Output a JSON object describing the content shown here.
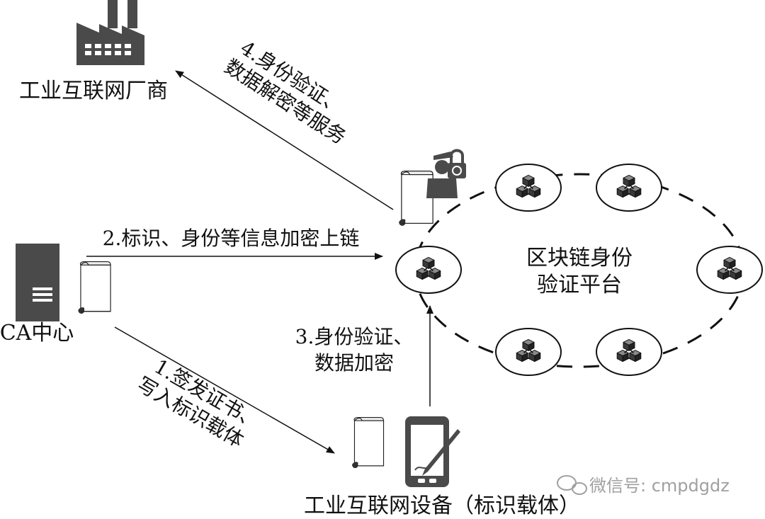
{
  "colors": {
    "icon_fill": "#4a4a4a",
    "line": "#111111",
    "background": "#ffffff",
    "watermark": "#a0a0a0"
  },
  "entities": {
    "manufacturer": "工业互联网厂商",
    "ca_center": "CA中心",
    "platform_line1": "区块链身份",
    "platform_line2": "验证平台",
    "device": "工业互联网设备（标识载体）"
  },
  "steps": {
    "step1_line1": "1.签发证书、",
    "step1_line2": "写入标识载体",
    "step2": "2.标识、身份等信息加密上链",
    "step3_line1": "3.身份验证、",
    "step3_line2": "数据加密",
    "step4_line1": "4.身份验证、",
    "step4_line2": "数据解密等服务"
  },
  "icons": {
    "factory": "factory-icon",
    "server": "server-icon",
    "certificate": "certificate-scroll-icon",
    "guard": "security-guard-icon",
    "padlock": "padlock-icon",
    "tablet": "tablet-stylus-icon",
    "block_node": "blockchain-cubes-icon",
    "wechat": "wechat-icon"
  },
  "watermark": "微信号: cmpdgdz"
}
